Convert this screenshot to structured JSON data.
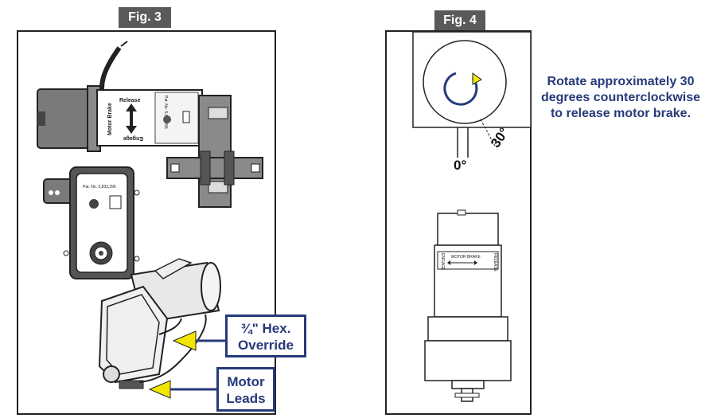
{
  "fig3": {
    "label": "Fig. 3",
    "brake_label": "Motor Brake",
    "release_label": "Release",
    "engage_label": "Engage",
    "patent": "Pat. No. 5,833,296",
    "hex_callout_1": "¾\" Hex.",
    "hex_callout_2": "Override",
    "leads_callout_1": "Motor",
    "leads_callout_2": "Leads"
  },
  "fig4": {
    "label": "Fig. 4",
    "note_line1": "Rotate approximately 30",
    "note_line2": "degrees counterclockwise",
    "note_line3": "to release motor brake.",
    "angle_zero": "0°",
    "angle_thirty": "30°",
    "brake_label": "MOTOR BRAKE",
    "release_label": "RELEASE",
    "engage_label": "ENGAGE"
  },
  "colors": {
    "callout_blue": "#263a7a",
    "arrow_yellow": "#f2e600",
    "fig_label_gray": "#5a5a5a"
  }
}
